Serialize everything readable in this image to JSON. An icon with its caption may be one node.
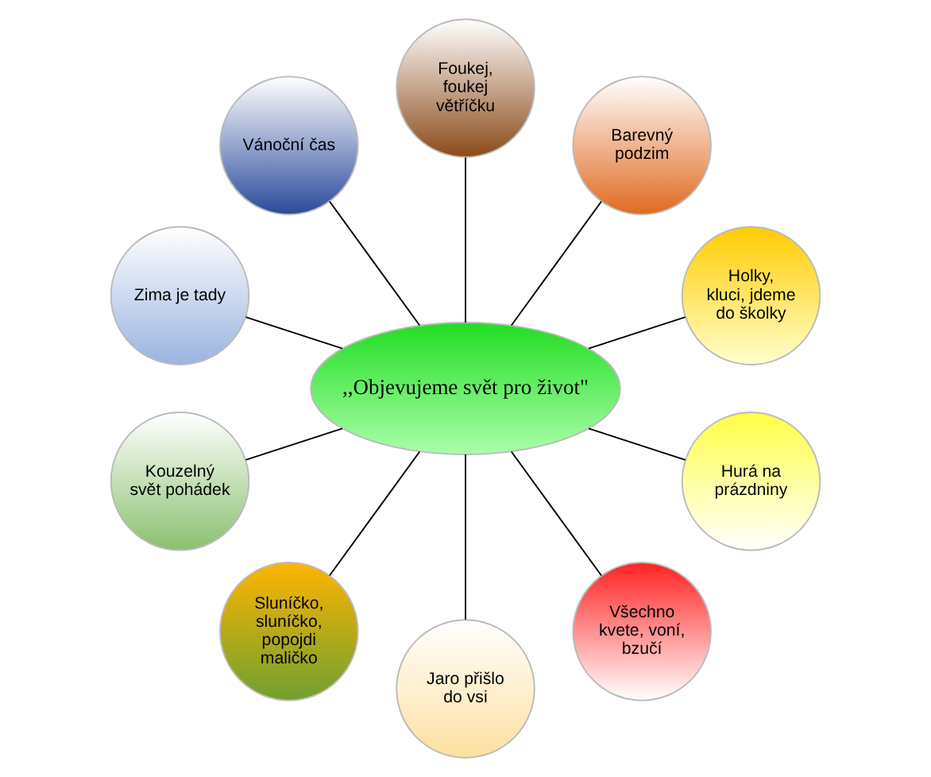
{
  "diagram": {
    "nodes": [
      {
        "text": [
          ",,Objevujeme svět pro život\""
        ]
      },
      {
        "text": [
          "Holky, kluci, jdeme do školky"
        ]
      },
      {
        "text": [
          "Barevný podzim"
        ]
      },
      {
        "text": [
          "Foukej, foukej větříčku"
        ]
      },
      {
        "text": [
          "Vánoční čas"
        ]
      },
      {
        "text": [
          "Zima je tady"
        ]
      },
      {
        "text": [
          "Kouzelný svět pohádek"
        ]
      },
      {
        "text": [
          "Sluníčko, sluníčko, popojdi maličko"
        ]
      },
      {
        "text": [
          "Jaro přišlo do vsi"
        ]
      },
      {
        "text": [
          "Všechno kvete, voní, bzučí"
        ]
      },
      {
        "text": [
          "Hurá na prázdniny"
        ]
      }
    ],
    "edges": [
      {
        "from": 0,
        "to": 1,
        "arrow": "none"
      },
      {
        "from": 0,
        "to": 2,
        "arrow": "none"
      },
      {
        "from": 0,
        "to": 3,
        "arrow": "none"
      },
      {
        "from": 0,
        "to": 4,
        "arrow": "none"
      },
      {
        "from": 0,
        "to": 5,
        "arrow": "none"
      },
      {
        "from": 0,
        "to": 6,
        "arrow": "none"
      },
      {
        "from": 0,
        "to": 7,
        "arrow": "none"
      },
      {
        "from": 0,
        "to": 8,
        "arrow": "none"
      },
      {
        "from": 0,
        "to": 9,
        "arrow": "none"
      },
      {
        "from": 0,
        "to": 10,
        "arrow": "none"
      }
    ]
  }
}
